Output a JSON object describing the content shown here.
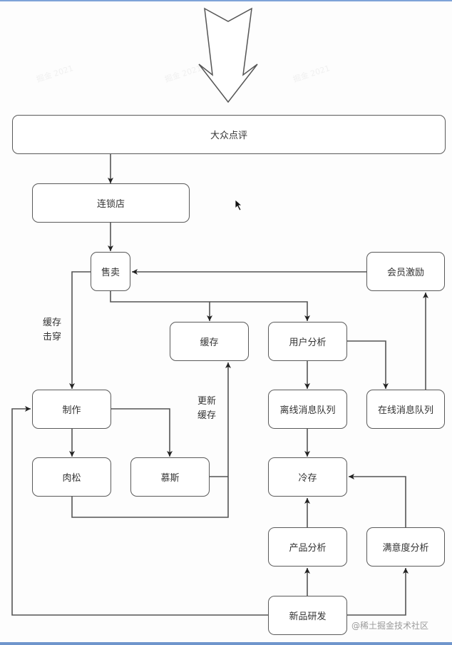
{
  "diagram": {
    "nodes": {
      "dianping": "大众点评",
      "chain_store": "连锁店",
      "sell": "售卖",
      "member_incentive": "会员激励",
      "cache": "缓存",
      "user_analysis": "用户分析",
      "make": "制作",
      "offline_queue": "离线消息队列",
      "online_queue": "在线消息队列",
      "rousong": "肉松",
      "mousse": "慕斯",
      "cold_storage": "冷存",
      "product_analysis": "产品分析",
      "satisfaction_analysis": "满意度分析",
      "new_product_rd": "新品研发"
    },
    "edge_labels": {
      "cache_penetration_line1": "缓存",
      "cache_penetration_line2": "击穿",
      "update_cache_line1": "更新",
      "update_cache_line2": "缓存"
    },
    "edges": [
      {
        "from": "dianping",
        "to": "chain_store"
      },
      {
        "from": "chain_store",
        "to": "sell"
      },
      {
        "from": "member_incentive",
        "to": "sell"
      },
      {
        "from": "sell",
        "to": "cache"
      },
      {
        "from": "sell",
        "to": "user_analysis"
      },
      {
        "from": "sell",
        "to": "make",
        "label": "缓存击穿"
      },
      {
        "from": "user_analysis",
        "to": "offline_queue"
      },
      {
        "from": "user_analysis",
        "to": "online_queue"
      },
      {
        "from": "online_queue",
        "to": "member_incentive"
      },
      {
        "from": "make",
        "to": "rousong"
      },
      {
        "from": "make",
        "to": "mousse"
      },
      {
        "from": "rousong",
        "to": "cache",
        "label": "更新缓存"
      },
      {
        "from": "mousse",
        "to": "cache",
        "label": "更新缓存"
      },
      {
        "from": "offline_queue",
        "to": "cold_storage"
      },
      {
        "from": "product_analysis",
        "to": "cold_storage"
      },
      {
        "from": "satisfaction_analysis",
        "to": "cold_storage"
      },
      {
        "from": "new_product_rd",
        "to": "product_analysis"
      },
      {
        "from": "new_product_rd",
        "to": "satisfaction_analysis"
      },
      {
        "from": "new_product_rd",
        "to": "make"
      }
    ]
  },
  "watermark": "@稀土掘金技术社区",
  "ghost_watermark": "掘金 2021"
}
